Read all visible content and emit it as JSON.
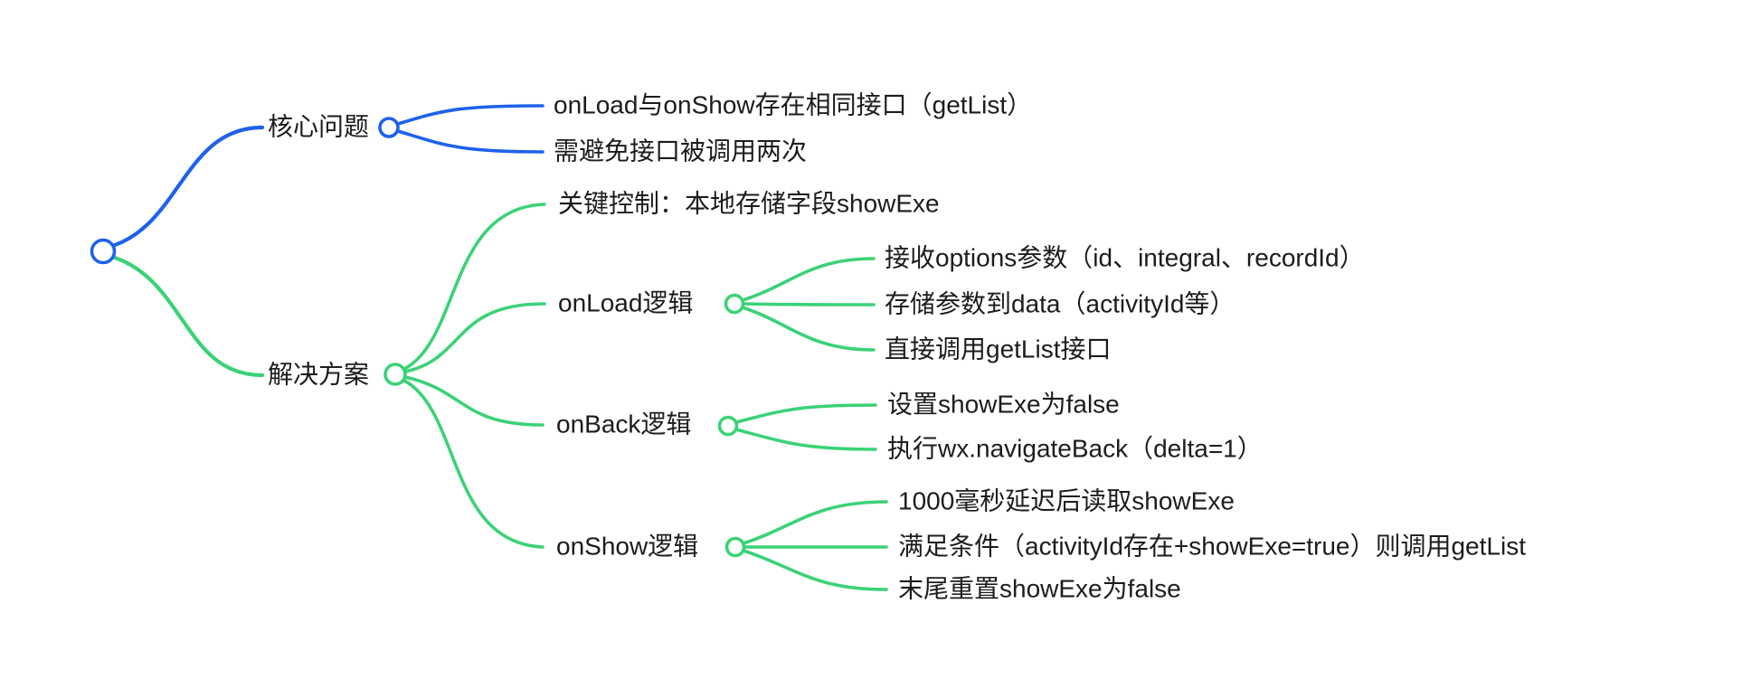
{
  "colors": {
    "blue": "#1e62ec",
    "green": "#3bd277",
    "text": "#1c1c1c",
    "background": "#ffffff"
  },
  "nodes": {
    "core": {
      "label": "核心问题"
    },
    "core_c1": {
      "label": "onLoad与onShow存在相同接口（getList）"
    },
    "core_c2": {
      "label": "需避免接口被调用两次"
    },
    "solution": {
      "label": "解决方案"
    },
    "key_control": {
      "label": "关键控制：本地存储字段showExe"
    },
    "onload": {
      "label": "onLoad逻辑"
    },
    "onload_c1": {
      "label": "接收options参数（id、integral、recordId）"
    },
    "onload_c2": {
      "label": "存储参数到data（activityId等）"
    },
    "onload_c3": {
      "label": "直接调用getList接口"
    },
    "onback": {
      "label": "onBack逻辑"
    },
    "onback_c1": {
      "label": "设置showExe为false"
    },
    "onback_c2": {
      "label": "执行wx.navigateBack（delta=1）"
    },
    "onshow": {
      "label": "onShow逻辑"
    },
    "onshow_c1": {
      "label": "1000毫秒延迟后读取showExe"
    },
    "onshow_c2": {
      "label": "满足条件（activityId存在+showExe=true）则调用getList"
    },
    "onshow_c3": {
      "label": "末尾重置showExe为false"
    }
  }
}
